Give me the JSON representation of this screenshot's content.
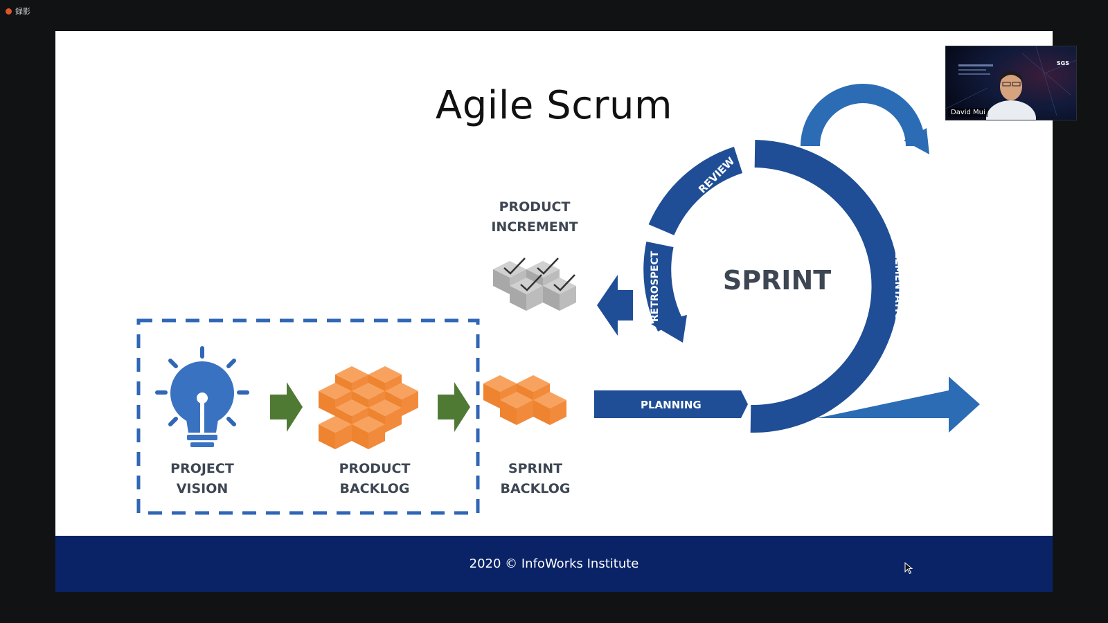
{
  "recorder": {
    "label": "録影"
  },
  "slide": {
    "title": "Agile Scrum",
    "labels": {
      "product_increment_1": "PRODUCT",
      "product_increment_2": "INCREMENT",
      "project_vision_1": "PROJECT",
      "project_vision_2": "VISION",
      "product_backlog_1": "PRODUCT",
      "product_backlog_2": "BACKLOG",
      "sprint_backlog_1": "SPRINT",
      "sprint_backlog_2": "BACKLOG",
      "sprint": "SPRINT",
      "planning": "PLANNING",
      "implementation": "IMPLEMENTATION",
      "review": "REVIEW",
      "retrospect": "RETROSPECT"
    },
    "footer": "2020 © InfoWorks Institute"
  },
  "video": {
    "participant_name": "David Mui",
    "logo_text": "SGS"
  },
  "colors": {
    "dark_blue": "#1f4e96",
    "mid_blue": "#2b6cb5",
    "orange": "#f28a3b",
    "green": "#4f7a34",
    "gray_cube": "#b9b9b9",
    "footer": "#0a2367"
  }
}
